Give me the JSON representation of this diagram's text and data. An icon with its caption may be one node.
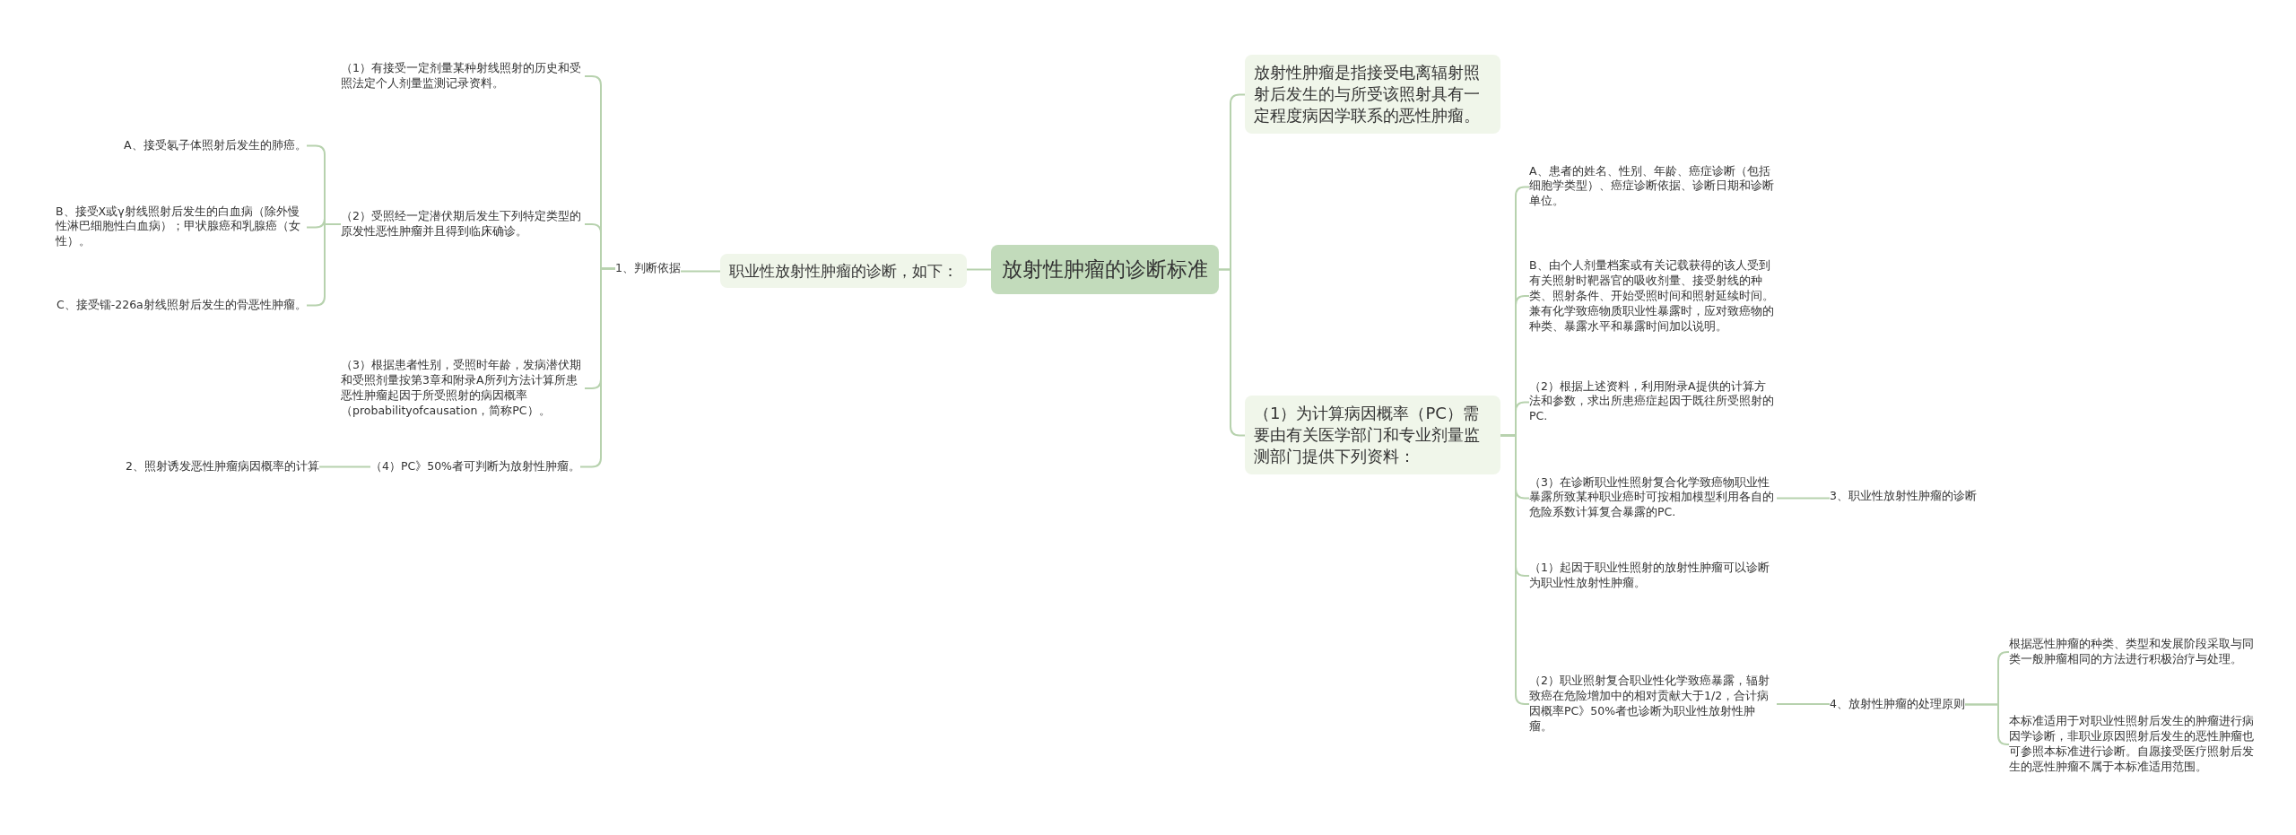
{
  "diagram": {
    "nodes": [
      {
        "text": [
          "放射性肿瘤的诊断标准"
        ]
      },
      {
        "text": [
          "职业性放射性肿瘤的诊断，如下："
        ]
      },
      {
        "text": [
          "1、判断依据"
        ]
      },
      {
        "text": [
          "（1）有接受一定剂量某种射线照射的历史和受照法定个人剂量监测记录资料。"
        ]
      },
      {
        "text": [
          "（2）受照经一定潜伏期后发生下列特定类型的原发性恶性肿瘤并且得到临床确诊。"
        ]
      },
      {
        "text": [
          "（3）根据患者性别，受照时年龄，发病潜伏期和受照剂量按第3章和附录A所列方法计算所患恶性肿瘤起因于所受照射的病因概率（probabilityofcausation，简称PC）。"
        ]
      },
      {
        "text": [
          "（4）PC》50%者可判断为放射性肿瘤。"
        ]
      },
      {
        "text": [
          "A、接受氡子体照射后发生的肺癌。"
        ]
      },
      {
        "text": [
          "B、接受X或γ射线照射后发生的白血病（除外慢性淋巴细胞性白血病）；甲状腺癌和乳腺癌（女性）。"
        ]
      },
      {
        "text": [
          "C、接受镭-226a射线照射后发生的骨恶性肿瘤。"
        ]
      },
      {
        "text": [
          "2、照射诱发恶性肿瘤病因概率的计算"
        ]
      },
      {
        "text": [
          "放射性肿瘤是指接受电离辐射照射后发生的与所受该照射具有一定程度病因学联系的恶性肿瘤。"
        ]
      },
      {
        "text": [
          "（1）为计算病因概率（PC）需要由有关医学部门和专业剂量监测部门提供下列资料："
        ]
      },
      {
        "text": [
          "A、患者的姓名、性别、年龄、癌症诊断（包括细胞学类型）、癌症诊断依据、诊断日期和诊断单位。"
        ]
      },
      {
        "text": [
          "B、由个人剂量档案或有关记载获得的该人受到有关照射时靶器官的吸收剂量、接受射线的种类、照射条件、开始受照时间和照射延续时间。兼有化学致癌物质职业性暴露时，应对致癌物的种类、暴露水平和暴露时间加以说明。"
        ]
      },
      {
        "text": [
          "（2）根据上述资料，利用附录A提供的计算方法和参数，求出所患癌症起因于既往所受照射的PC."
        ]
      },
      {
        "text": [
          "（3）在诊断职业性照射复合化学致癌物职业性暴露所致某种职业癌时可按相加模型利用各自的危险系数计算复合暴露的PC."
        ]
      },
      {
        "text": [
          "（1）起因于职业性照射的放射性肿瘤可以诊断为职业性放射性肿瘤。"
        ]
      },
      {
        "text": [
          "（2）职业照射复合职业性化学致癌暴露，辐射致癌在危险增加中的相对贡献大于1/2，合计病因概率PC》50%者也诊断为职业性放射性肿瘤。"
        ]
      },
      {
        "text": [
          "3、职业性放射性肿瘤的诊断"
        ]
      },
      {
        "text": [
          "4、放射性肿瘤的处理原则"
        ]
      },
      {
        "text": [
          "根据恶性肿瘤的种类、类型和发展阶段采取与同类一般肿瘤相同的方法进行积极治疗与处理。"
        ]
      },
      {
        "text": [
          "本标准适用于对职业性照射后发生的肿瘤进行病因学诊断，非职业原因照射后发生的恶性肿瘤也可参照本标准进行诊断。自愿接受医疗照射后发生的恶性肿瘤不属于本标准适用范围。"
        ]
      }
    ],
    "edges": [
      {
        "from": 0,
        "to": 1,
        "arrow": "none"
      },
      {
        "from": 1,
        "to": 2,
        "arrow": "none"
      },
      {
        "from": 2,
        "to": 3,
        "arrow": "none"
      },
      {
        "from": 2,
        "to": 4,
        "arrow": "none"
      },
      {
        "from": 2,
        "to": 5,
        "arrow": "none"
      },
      {
        "from": 2,
        "to": 6,
        "arrow": "none"
      },
      {
        "from": 4,
        "to": 7,
        "arrow": "none"
      },
      {
        "from": 4,
        "to": 8,
        "arrow": "none"
      },
      {
        "from": 4,
        "to": 9,
        "arrow": "none"
      },
      {
        "from": 6,
        "to": 10,
        "arrow": "none"
      },
      {
        "from": 0,
        "to": 11,
        "arrow": "none"
      },
      {
        "from": 0,
        "to": 12,
        "arrow": "none"
      },
      {
        "from": 12,
        "to": 13,
        "arrow": "none"
      },
      {
        "from": 12,
        "to": 14,
        "arrow": "none"
      },
      {
        "from": 12,
        "to": 15,
        "arrow": "none"
      },
      {
        "from": 12,
        "to": 16,
        "arrow": "none"
      },
      {
        "from": 12,
        "to": 17,
        "arrow": "none"
      },
      {
        "from": 12,
        "to": 18,
        "arrow": "none"
      },
      {
        "from": 16,
        "to": 19,
        "arrow": "none"
      },
      {
        "from": 18,
        "to": 20,
        "arrow": "none"
      },
      {
        "from": 20,
        "to": 21,
        "arrow": "none"
      },
      {
        "from": 20,
        "to": 22,
        "arrow": "none"
      }
    ]
  }
}
